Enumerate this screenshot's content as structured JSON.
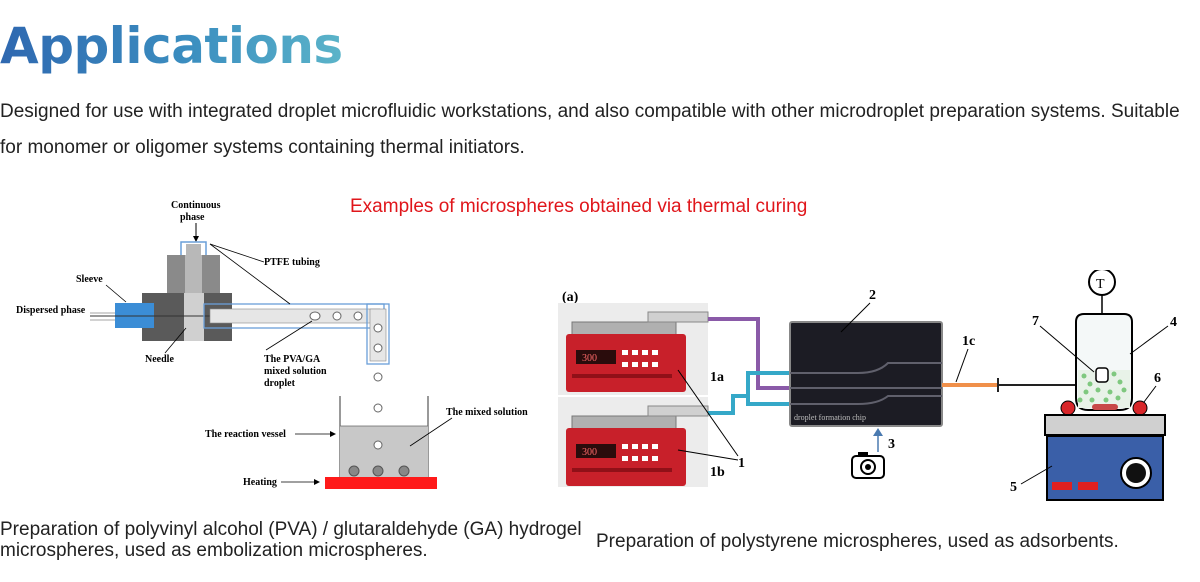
{
  "title": "Applications",
  "intro": "Designed for use with integrated droplet microfluidic workstations, and also compatible with other microdroplet preparation systems. Suitable for monomer or oligomer systems containing thermal initiators.",
  "examples_heading": "Examples of microspheres obtained via thermal curing",
  "left_figure": {
    "labels": {
      "continuous": "Continuous",
      "phase": "phase",
      "ptfe": "PTFE tubing",
      "sleeve": "Sleeve",
      "dispersed": "Dispersed phase",
      "needle": "Needle",
      "droplet1": "The PVA/GA",
      "droplet2": "mixed solution",
      "droplet3": "droplet",
      "mixed": "The mixed solution",
      "vessel": "The reaction vessel",
      "heating": "Heating"
    },
    "colors": {
      "sleeve": "#3b8dd6",
      "heating": "#ff1a1a",
      "solution": "#c8c8c8",
      "tubing": "#6a9fd8"
    }
  },
  "right_figure": {
    "labels": {
      "panel": "(a)",
      "l1": "1",
      "l1a": "1a",
      "l1b": "1b",
      "l1c": "1c",
      "l2": "2",
      "l3": "3",
      "l4": "4",
      "l5": "5",
      "l6": "6",
      "l7": "7",
      "thermo": "T",
      "pump_display": "300",
      "chip": "droplet formation chip"
    },
    "colors": {
      "pump": "#c8202a",
      "purple": "#8a5aa8",
      "teal": "#35a8c8",
      "orange": "#f0904a",
      "chip": "#1c1c24",
      "plate": "#3a5fa8"
    }
  },
  "captions": {
    "left": "Preparation of polyvinyl alcohol (PVA) / glutaraldehyde (GA) hydrogel microspheres, used as embolization microspheres.",
    "right": "Preparation of polystyrene microspheres, used as adsorbents."
  }
}
